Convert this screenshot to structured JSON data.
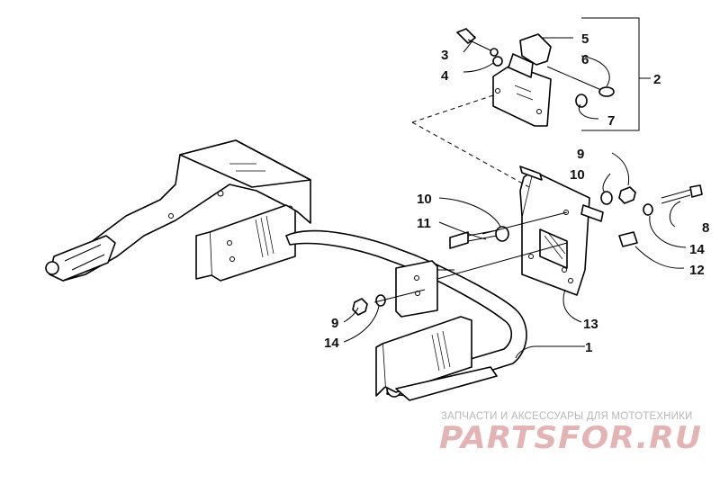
{
  "callouts": {
    "c1": "1",
    "c2": "2",
    "c3": "3",
    "c4": "4",
    "c5": "5",
    "c6": "6",
    "c7": "7",
    "c8": "8",
    "c9a": "9",
    "c9b": "9",
    "c10a": "10",
    "c10b": "10",
    "c11": "11",
    "c12": "12",
    "c13": "13",
    "c14a": "14",
    "c14b": "14"
  },
  "watermark": {
    "tagline": "ЗАПЧАСТИ И АКСЕССУАРЫ ДЛЯ МОТОТЕХНИКИ",
    "logo": "PARTSFOR.RU"
  }
}
